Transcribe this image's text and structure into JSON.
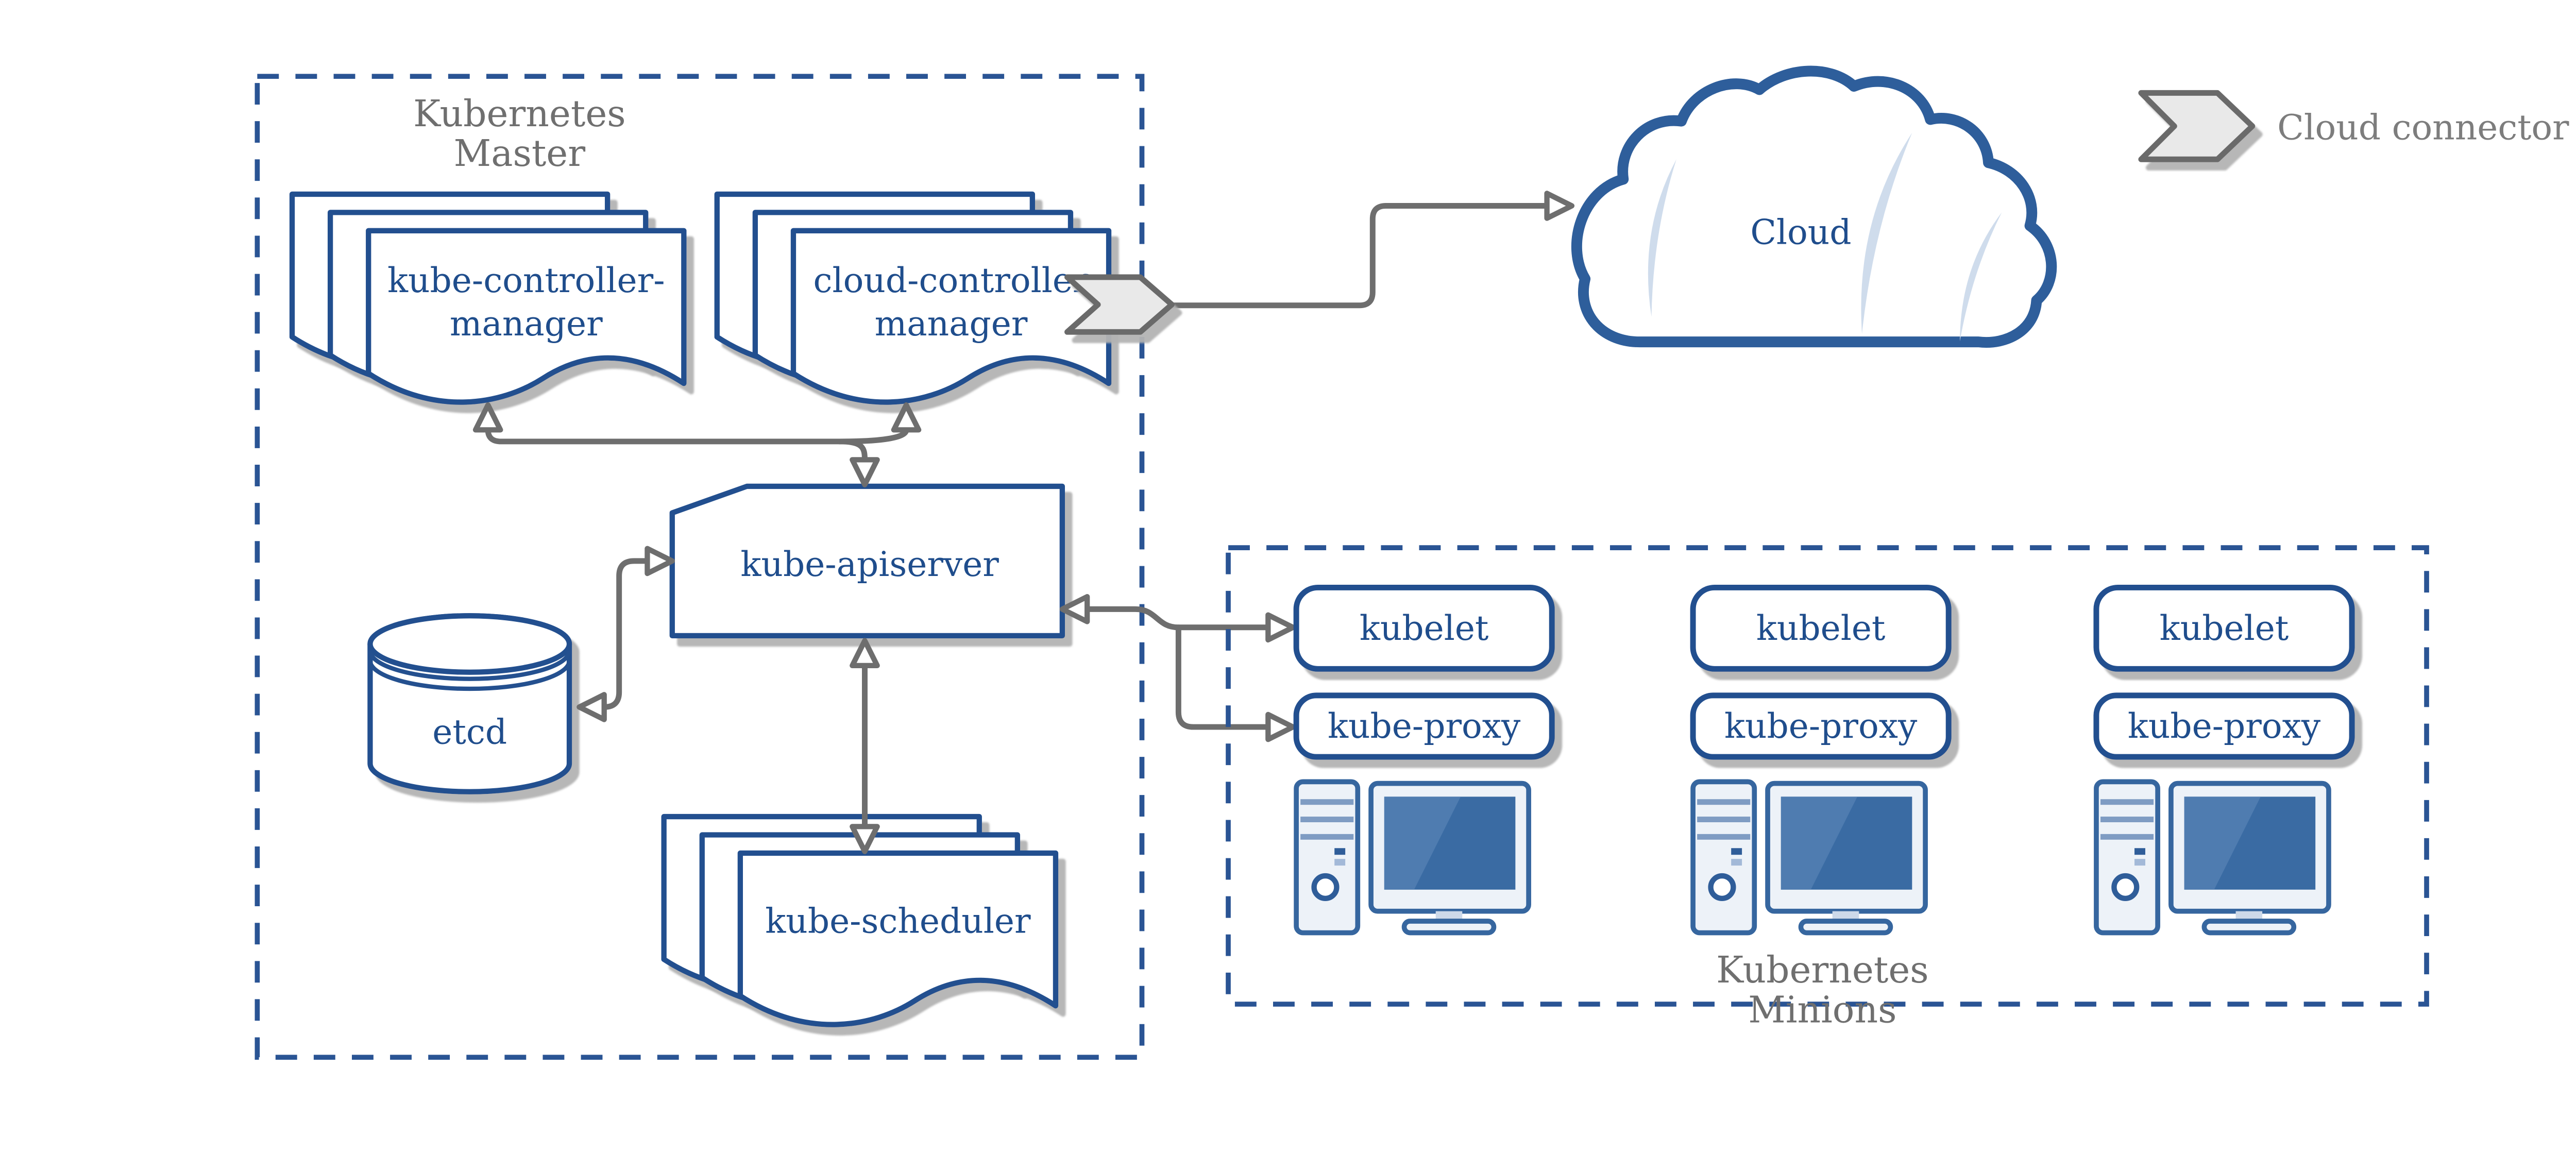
{
  "master": {
    "title": {
      "line1": "Kubernetes",
      "line2": "Master"
    },
    "kube_controller_manager": {
      "line1": "kube-controller-",
      "line2": "manager"
    },
    "cloud_controller_manager": {
      "line1": "cloud-controller",
      "line2": "manager"
    },
    "kube_apiserver": {
      "label": "kube-apiserver"
    },
    "etcd": {
      "label": "etcd"
    },
    "kube_scheduler": {
      "label": "kube-scheduler"
    }
  },
  "cloud": {
    "label": "Cloud"
  },
  "legend": {
    "cloud_connector": "Cloud connector"
  },
  "minions": {
    "title": {
      "line1": "Kubernetes",
      "line2": "Minions"
    },
    "nodes": [
      {
        "kubelet": "kubelet",
        "kube_proxy": "kube-proxy"
      },
      {
        "kubelet": "kubelet",
        "kube_proxy": "kube-proxy"
      },
      {
        "kubelet": "kubelet",
        "kube_proxy": "kube-proxy"
      }
    ]
  },
  "colors": {
    "primary_blue": "#24508f",
    "text_blue": "#1f4d8c",
    "dash_blue": "#2a5494",
    "arrow_gray": "#6e6e6e",
    "title_gray": "#6f6f6f",
    "chevron_fill": "#e9e9e9",
    "node_fill": "#edf2f8",
    "screen_blue": "#3a6ba3",
    "crescent_blue": "#cfdcec",
    "shadow_gray": "#b3b3b3"
  }
}
